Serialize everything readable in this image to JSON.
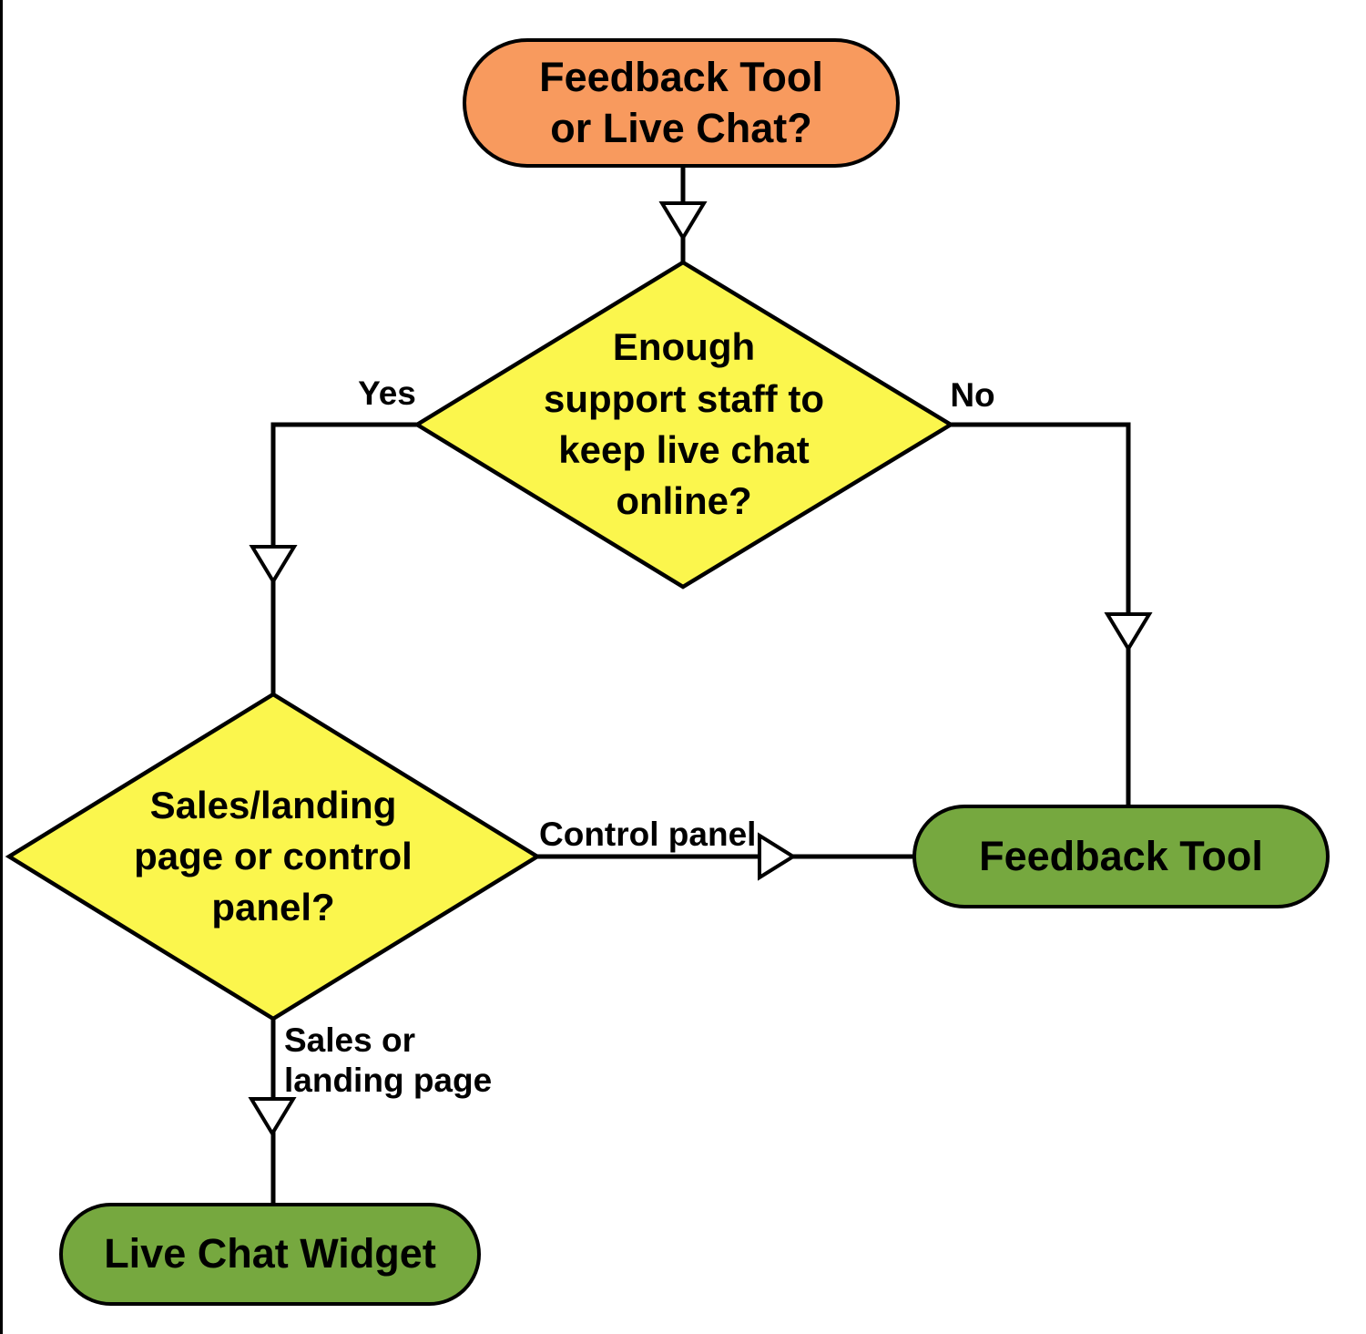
{
  "diagram": {
    "type": "flowchart",
    "nodes": {
      "start": {
        "type": "terminator",
        "label": "Feedback Tool\nor Live Chat?"
      },
      "decision_support_staff": {
        "type": "decision",
        "label": "Enough\nsupport staff to\nkeep live chat\nonline?"
      },
      "decision_page_type": {
        "type": "decision",
        "label": "Sales/landing\npage or control\npanel?"
      },
      "feedback_tool": {
        "type": "result",
        "label": "Feedback Tool"
      },
      "live_chat_widget": {
        "type": "result",
        "label": "Live Chat Widget"
      }
    },
    "edges": [
      {
        "from": "start",
        "to": "decision_support_staff",
        "label": ""
      },
      {
        "from": "decision_support_staff",
        "to": "decision_page_type",
        "label": "Yes"
      },
      {
        "from": "decision_support_staff",
        "to": "feedback_tool",
        "label": "No"
      },
      {
        "from": "decision_page_type",
        "to": "feedback_tool",
        "label": "Control panel"
      },
      {
        "from": "decision_page_type",
        "to": "live_chat_widget",
        "label": "Sales or\nlanding page"
      }
    ],
    "colors": {
      "start_fill": "#F89A5E",
      "decision_fill": "#FBF64D",
      "result_fill": "#76A83F",
      "stroke": "#000000"
    }
  }
}
